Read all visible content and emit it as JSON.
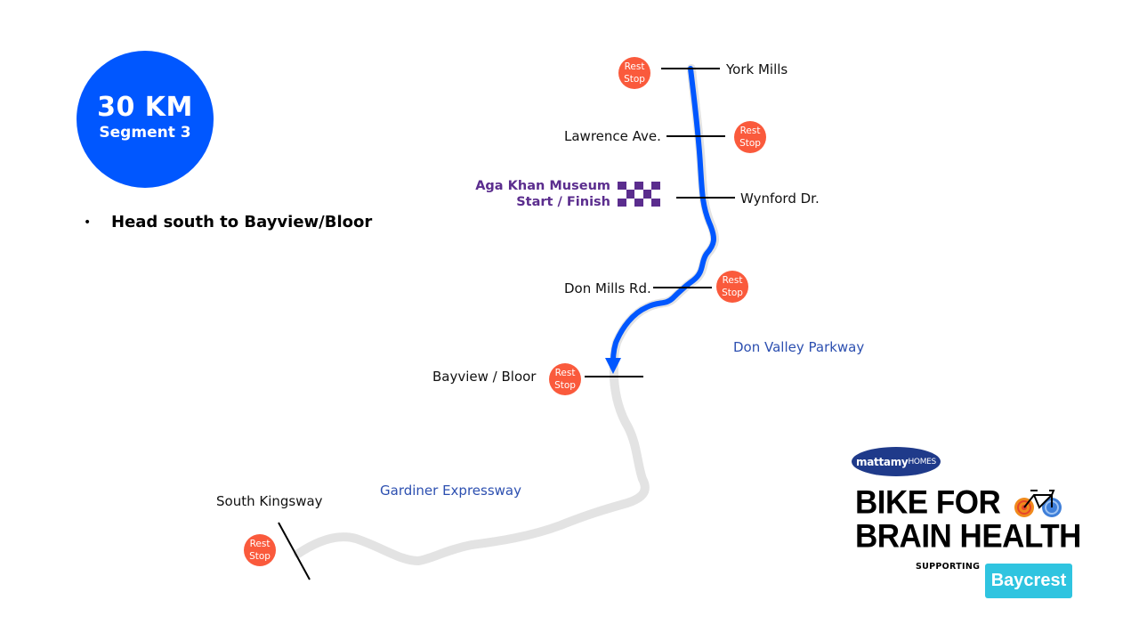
{
  "segment_badge": {
    "distance": "30 KM",
    "segment": "Segment 3",
    "color": "#0057ff"
  },
  "instructions": [
    {
      "bullet": "•",
      "text": "Head south to Bayview/Bloor"
    }
  ],
  "places": {
    "york_mills": "York Mills",
    "lawrence": "Lawrence Ave.",
    "wynford": "Wynford Dr.",
    "don_mills": "Don Mills Rd.",
    "bayview_bloor": "Bayview / Bloor",
    "south_kingsway": "South Kingsway"
  },
  "start_finish": {
    "line1": "Aga Khan Museum",
    "line2": "Start / Finish",
    "color": "#5b2d8e"
  },
  "roads": {
    "dvp": "Don Valley Parkway",
    "gardiner": "Gardiner Expressway"
  },
  "rest_stop": {
    "line1": "Rest",
    "line2": "Stop",
    "color": "#fa5a3c"
  },
  "route": {
    "active_color": "#0057ff",
    "inactive_color": "#e3e3e3",
    "direction": "south"
  },
  "branding": {
    "sponsor": "mattamy",
    "sponsor_suffix": "HOMES",
    "event_line1": "BIKE FOR",
    "event_line2": "BRAIN HEALTH",
    "supporting": "SUPPORTING",
    "beneficiary": "Baycrest",
    "beneficiary_color": "#2fc4e0"
  }
}
